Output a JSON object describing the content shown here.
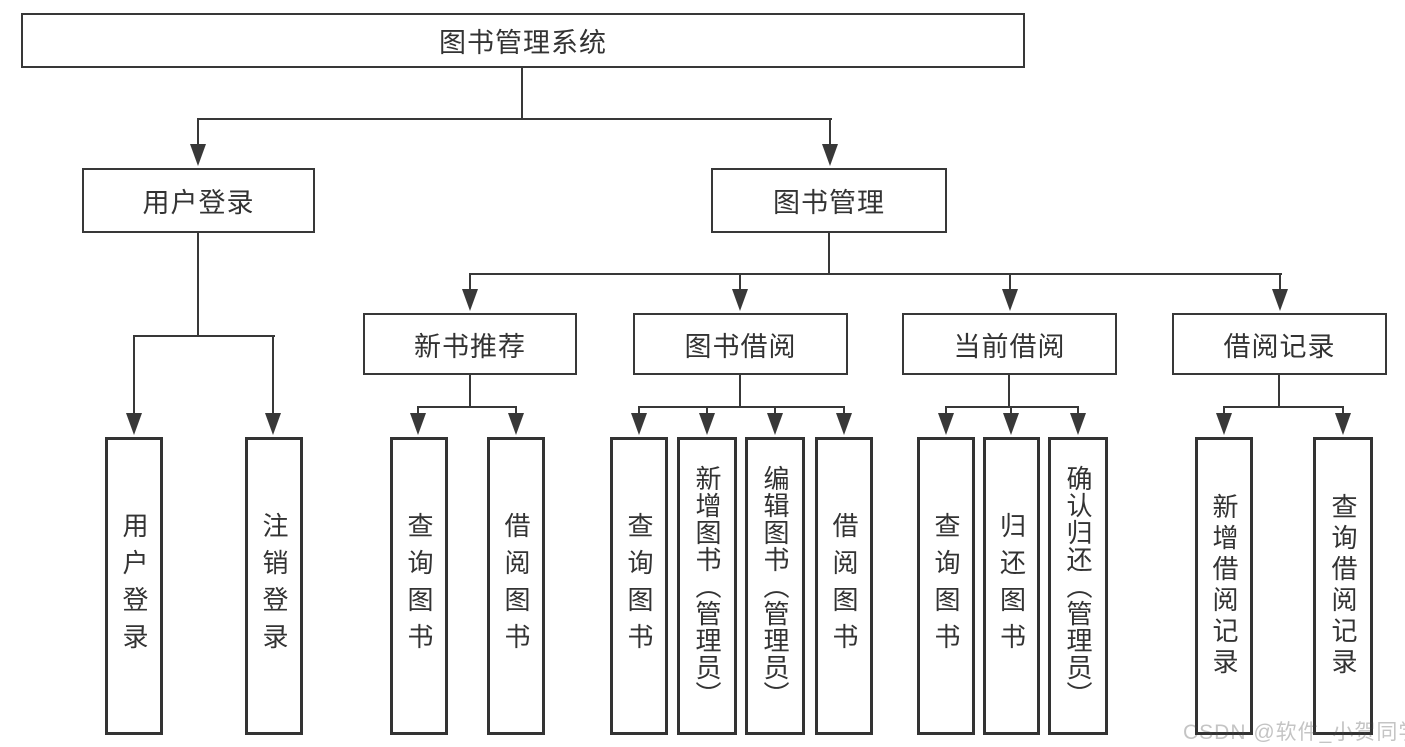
{
  "diagram": {
    "type": "hierarchy-tree",
    "colors": {
      "line": "#383838",
      "text": "#333333",
      "box_background": "#ffffff",
      "watermark": "#c4c4c4"
    },
    "watermark": "CSDN @软件_小贺同学",
    "root": {
      "label": "图书管理系统",
      "children": [
        {
          "label": "用户登录",
          "children": [
            {
              "label": "用户登录"
            },
            {
              "label": "注销登录"
            }
          ]
        },
        {
          "label": "图书管理",
          "children": [
            {
              "label": "新书推荐",
              "children": [
                {
                  "label": "查询图书"
                },
                {
                  "label": "借阅图书"
                }
              ]
            },
            {
              "label": "图书借阅",
              "children": [
                {
                  "label": "查询图书"
                },
                {
                  "label": "新增图书（管理员）"
                },
                {
                  "label": "编辑图书（管理员）"
                },
                {
                  "label": "借阅图书"
                }
              ]
            },
            {
              "label": "当前借阅",
              "children": [
                {
                  "label": "查询图书"
                },
                {
                  "label": "归还图书"
                },
                {
                  "label": "确认归还（管理员）"
                }
              ]
            },
            {
              "label": "借阅记录",
              "children": [
                {
                  "label": "新增借阅记录"
                },
                {
                  "label": "查询借阅记录"
                }
              ]
            }
          ]
        }
      ]
    }
  }
}
